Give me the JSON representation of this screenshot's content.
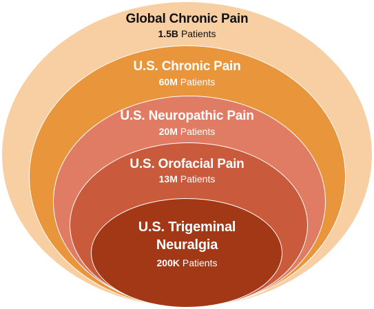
{
  "colors": {
    "ring_1": "#f8cfa3",
    "ring_2": "#e8953b",
    "ring_3": "#e07c63",
    "ring_4": "#c95a3c",
    "ring_5": "#a23815",
    "border": "#ffffff",
    "dark_text": "#111111",
    "light_text": "#ffffff"
  },
  "levels": [
    {
      "title": "Global Chronic Pain",
      "count": "1.5B",
      "unit": "Patients"
    },
    {
      "title": "U.S. Chronic Pain",
      "count": "60M",
      "unit": "Patients"
    },
    {
      "title": "U.S. Neuropathic Pain",
      "count": "20M",
      "unit": "Patients"
    },
    {
      "title": "U.S. Orofacial Pain",
      "count": "13M",
      "unit": "Patients"
    },
    {
      "title_lines": [
        "U.S. Trigeminal",
        "Neuralgia"
      ],
      "count": "200K",
      "unit": "Patients"
    }
  ]
}
